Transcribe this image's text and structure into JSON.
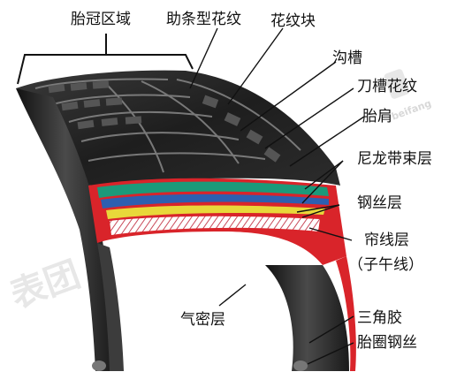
{
  "labels": {
    "crown_area": "胎冠区域",
    "rib_pattern": "助条型花纹",
    "tread_block": "花纹块",
    "groove": "沟槽",
    "sipe_pattern": "刀槽花纹",
    "shoulder": "胎肩",
    "nylon_belt": "尼龙带束层",
    "steel_belt": "钢丝层",
    "carcass": "帘线层",
    "radial": "（子午线）",
    "inner_liner": "气密层",
    "apex": "三角胶",
    "bead_wire": "胎圈钢丝"
  },
  "watermark": {
    "logo_text": "beifang",
    "side_text": "表团"
  },
  "colors": {
    "tread": "#2a2a2a",
    "rubber_red": "#d9242a",
    "nylon_green": "#1b9a7a",
    "steel_blue": "#2d5fb0",
    "steel_yellow": "#e8d83a",
    "carcass_hatch": "#c94a5a"
  }
}
